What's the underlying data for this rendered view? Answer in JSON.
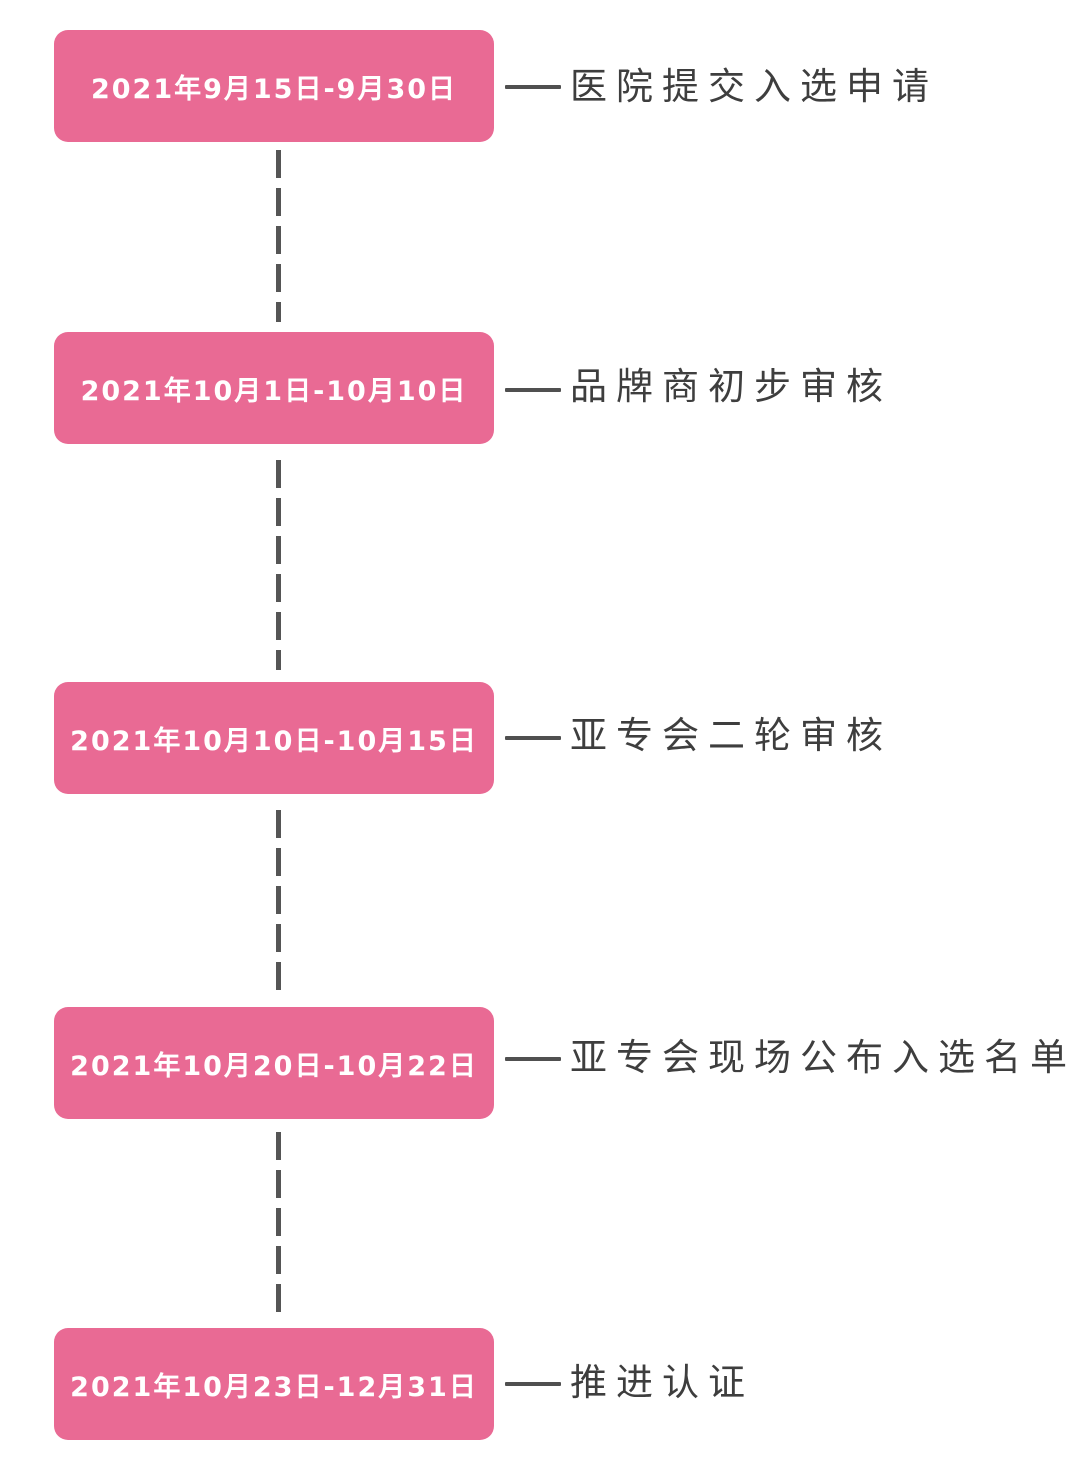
{
  "steps": [
    {
      "date": "2021年9月15日-9月30日",
      "label": "医院提交入选申请"
    },
    {
      "date": "2021年10月1日-10月10日",
      "label": "品牌商初步审核"
    },
    {
      "date": "2021年10月10日-10月15日",
      "label": "亚专会二轮审核"
    },
    {
      "date": "2021年10月20日-10月22日",
      "label": "亚专会现场公布入选名单"
    },
    {
      "date": "2021年10月23日-12月31日",
      "label": "推进认证"
    }
  ],
  "colors": {
    "box_fill": "#e96a94",
    "box_text": "#ffffff",
    "label_text": "#3e3e3e",
    "connector": "#505050",
    "dashed_line": "#555555"
  }
}
